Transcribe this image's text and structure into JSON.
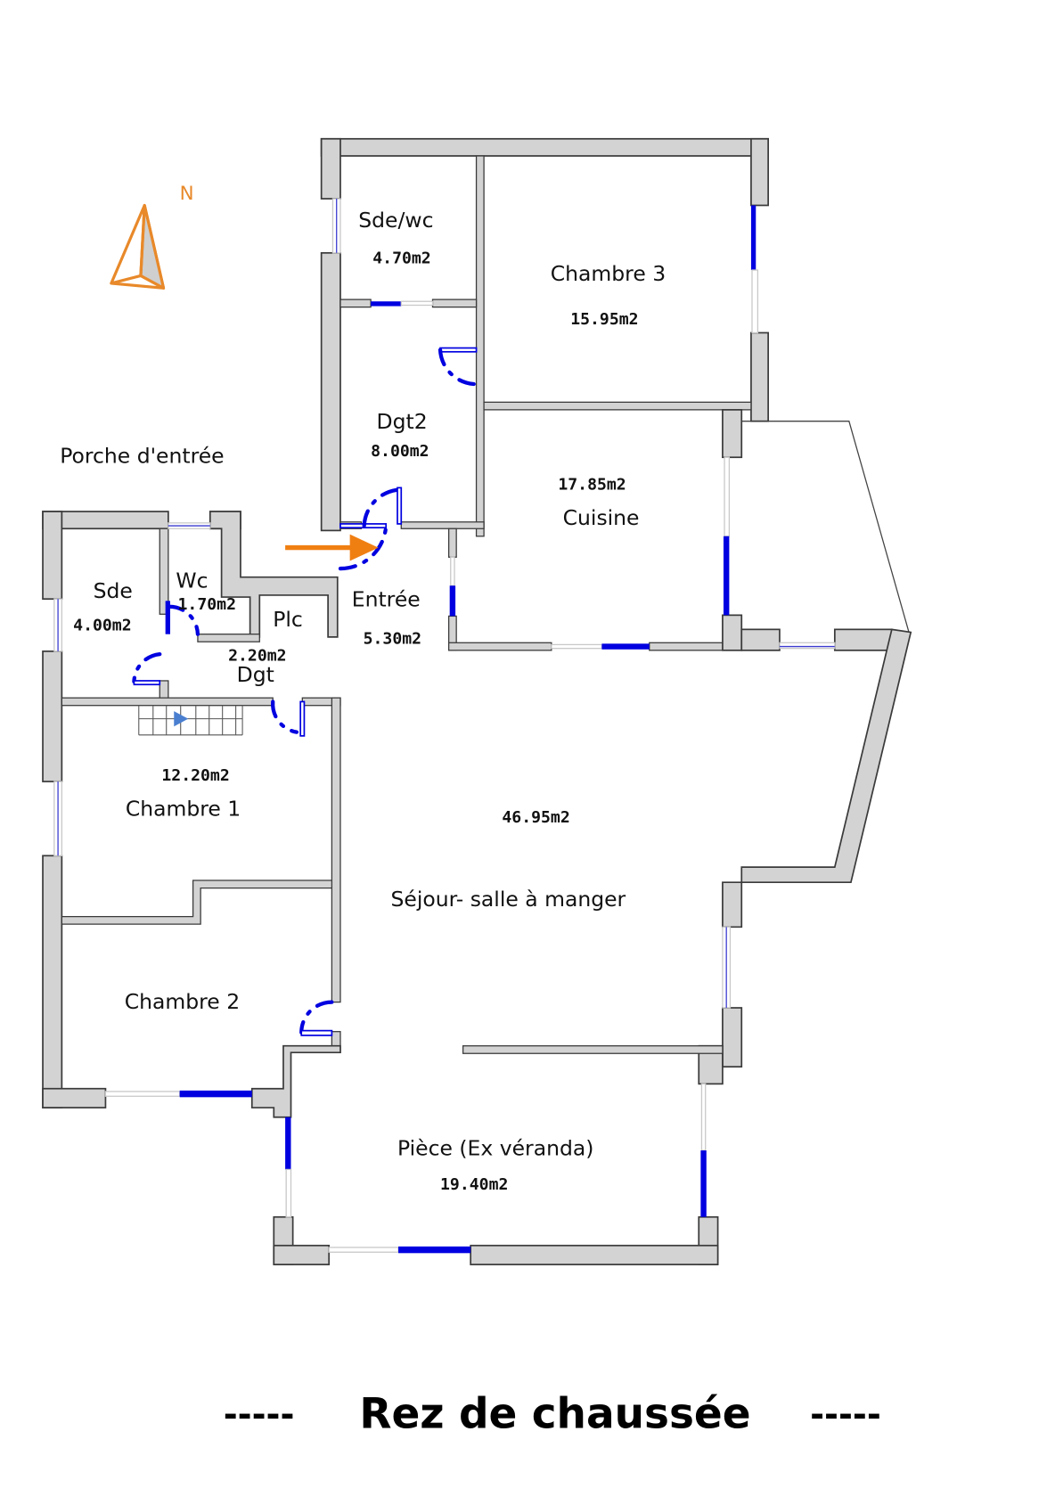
{
  "plan": {
    "title": "Rez de chaussée",
    "title_dashes_left": "-----",
    "title_dashes_right": "-----",
    "north_label": "N",
    "porch_label": "Porche d'entrée",
    "colors": {
      "wall_fill": "#d3d3d3",
      "wall_stroke": "#3a3a3a",
      "window_blue": "#0000e0",
      "north_arrow": "#e8892a",
      "entrance_arrow": "#f07f12",
      "stair_arrow": "#4a7fd0"
    },
    "rooms": [
      {
        "id": "sde-wc",
        "name": "Sde/wc",
        "area": "4.70m2"
      },
      {
        "id": "chambre-3",
        "name": "Chambre 3",
        "area": "15.95m2"
      },
      {
        "id": "dgt2",
        "name": "Dgt2",
        "area": "8.00m2"
      },
      {
        "id": "cuisine",
        "name": "Cuisine",
        "area": "17.85m2"
      },
      {
        "id": "sde",
        "name": "Sde",
        "area": "4.00m2"
      },
      {
        "id": "wc",
        "name": "Wc",
        "area": "1.70m2"
      },
      {
        "id": "plc",
        "name": "Plc",
        "area": ""
      },
      {
        "id": "dgt",
        "name": "Dgt",
        "area": "2.20m2"
      },
      {
        "id": "entree",
        "name": "Entrée",
        "area": "5.30m2"
      },
      {
        "id": "chambre-1",
        "name": "Chambre 1",
        "area": "12.20m2"
      },
      {
        "id": "chambre-2",
        "name": "Chambre 2",
        "area": ""
      },
      {
        "id": "sejour",
        "name": "Séjour- salle à manger",
        "area": "46.95m2"
      },
      {
        "id": "piece",
        "name": "Pièce (Ex véranda)",
        "area": "19.40m2"
      }
    ]
  }
}
